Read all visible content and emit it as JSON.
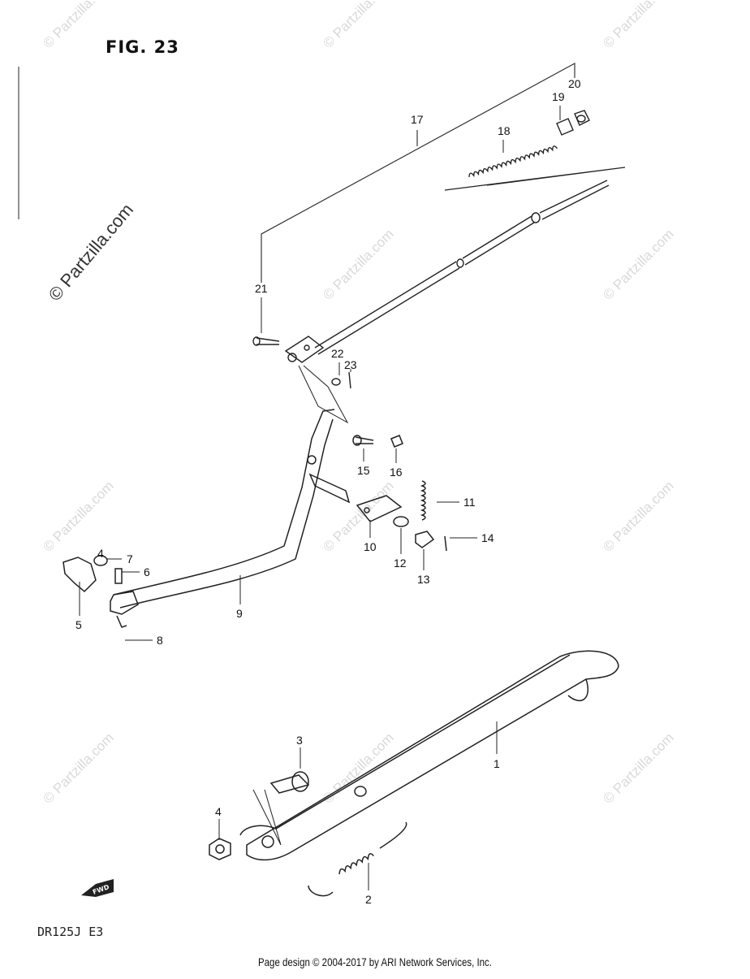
{
  "figure": {
    "title": "FIG. 23",
    "model_code": "DR125J  E3",
    "fwd_arrow_label": "FWD"
  },
  "watermark": {
    "main": "© Partzilla.com",
    "tile": "© Partzilla.com"
  },
  "footer": {
    "text": "Page design © 2004-2017 by ARI Network Services, Inc."
  },
  "callouts": [
    "1",
    "2",
    "3",
    "4",
    "4",
    "5",
    "6",
    "7",
    "8",
    "9",
    "10",
    "11",
    "12",
    "13",
    "14",
    "15",
    "16",
    "17",
    "18",
    "19",
    "20",
    "21",
    "22",
    "23"
  ]
}
